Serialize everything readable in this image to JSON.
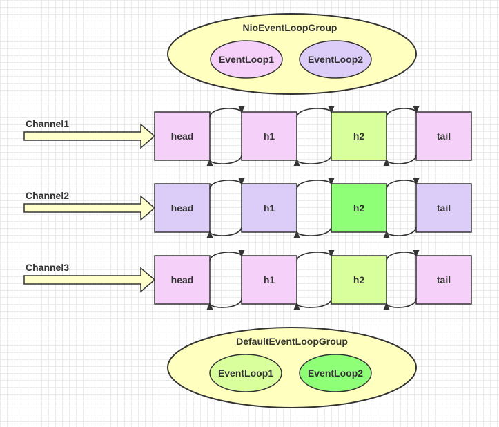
{
  "colors": {
    "group_fill": "#ffffc0",
    "stroke": "#333333",
    "pink": "#f5d0f8",
    "lavender": "#dcccf8",
    "light_green": "#d8ff9c",
    "green": "#90ff78",
    "arrow_fill": "#ffffcc"
  },
  "groups": [
    {
      "title": "NioEventLoopGroup",
      "loops": [
        {
          "label": "EventLoop1",
          "color": "#f5d0f8"
        },
        {
          "label": "EventLoop2",
          "color": "#dcccf8"
        }
      ]
    },
    {
      "title": "DefaultEventLoopGroup",
      "loops": [
        {
          "label": "EventLoop1",
          "color": "#d8ff9c"
        },
        {
          "label": "EventLoop2",
          "color": "#90ff78"
        }
      ]
    }
  ],
  "channels": [
    {
      "label": "Channel1",
      "handlers": [
        {
          "label": "head",
          "color": "#f5d0f8"
        },
        {
          "label": "h1",
          "color": "#f5d0f8"
        },
        {
          "label": "h2",
          "color": "#d8ff9c"
        },
        {
          "label": "tail",
          "color": "#f5d0f8"
        }
      ]
    },
    {
      "label": "Channel2",
      "handlers": [
        {
          "label": "head",
          "color": "#dcccf8"
        },
        {
          "label": "h1",
          "color": "#dcccf8"
        },
        {
          "label": "h2",
          "color": "#90ff78"
        },
        {
          "label": "tail",
          "color": "#dcccf8"
        }
      ]
    },
    {
      "label": "Channel3",
      "handlers": [
        {
          "label": "head",
          "color": "#f5d0f8"
        },
        {
          "label": "h1",
          "color": "#f5d0f8"
        },
        {
          "label": "h2",
          "color": "#d8ff9c"
        },
        {
          "label": "tail",
          "color": "#f5d0f8"
        }
      ]
    }
  ]
}
